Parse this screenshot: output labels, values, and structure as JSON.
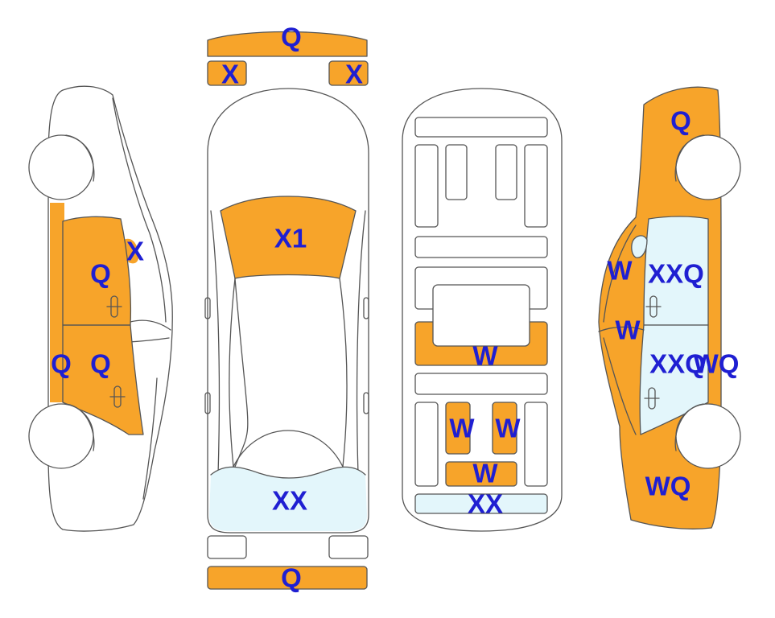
{
  "colors": {
    "damage": "#f7a42a",
    "glass": "#e3f6fb",
    "label": "#1f1fd2",
    "outline": "#555555"
  },
  "labels": {
    "front_bumper": "Q",
    "front_left_light": "X",
    "front_right_light": "X",
    "hood": "X1",
    "rear_glass": "XX",
    "rear_bumper": "Q",
    "left_front_door": "Q",
    "left_front_window": "X",
    "left_rear_door": "Q",
    "left_rear_fender": "Q",
    "right_front_fender": "Q",
    "right_mirror": "W",
    "right_front_window": "XXQ",
    "right_pillar": "W",
    "right_rear_window": "XXQ",
    "right_rear_door": "WQ",
    "right_rear_fender": "WQ",
    "floor_mid": "W",
    "floor_seat_left": "W",
    "floor_seat_right": "W",
    "floor_seat_rear": "W",
    "floor_rear_panel": "XX"
  }
}
